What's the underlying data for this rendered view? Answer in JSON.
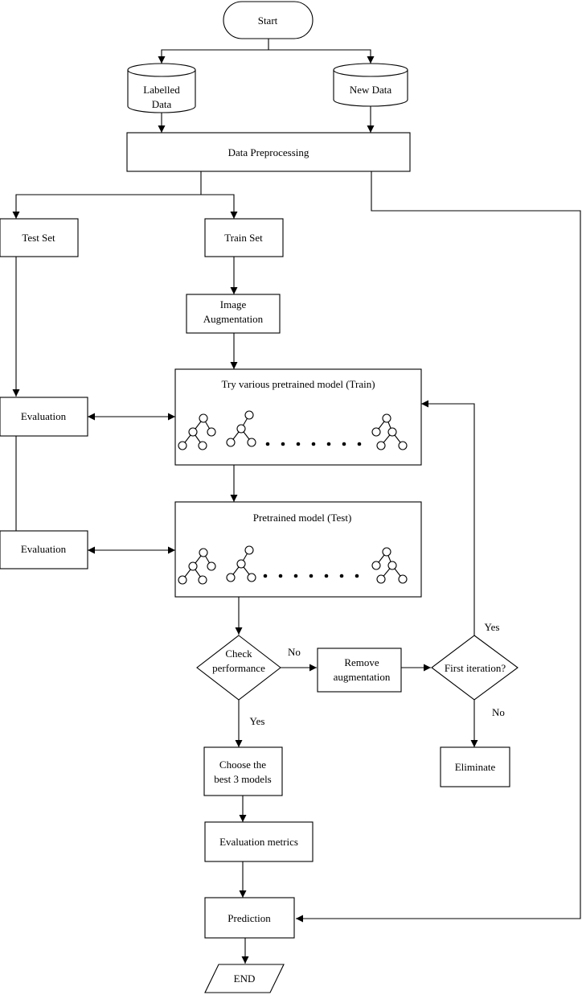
{
  "nodes": {
    "start": "Start",
    "labelled_data_line1": "Labelled",
    "labelled_data_line2": "Data",
    "new_data": "New Data",
    "data_preprocessing": "Data Preprocessing",
    "test_set": "Test Set",
    "train_set": "Train Set",
    "image_augmentation_line1": "Image",
    "image_augmentation_line2": "Augmentation",
    "train_models_title": "Try various pretrained model (Train)",
    "test_models_title": "Pretrained model (Test)",
    "evaluation_1": "Evaluation",
    "evaluation_2": "Evaluation",
    "check_performance_line1": "Check",
    "check_performance_line2": "performance",
    "remove_augmentation_line1": "Remove",
    "remove_augmentation_line2": "augmentation",
    "first_iteration": "First iteration?",
    "choose_best_line1": "Choose the",
    "choose_best_line2": "best 3 models",
    "eliminate": "Eliminate",
    "evaluation_metrics": "Evaluation metrics",
    "prediction": "Prediction",
    "end": "END"
  },
  "edge_labels": {
    "check_no": "No",
    "check_yes": "Yes",
    "first_yes": "Yes",
    "first_no": "No"
  }
}
